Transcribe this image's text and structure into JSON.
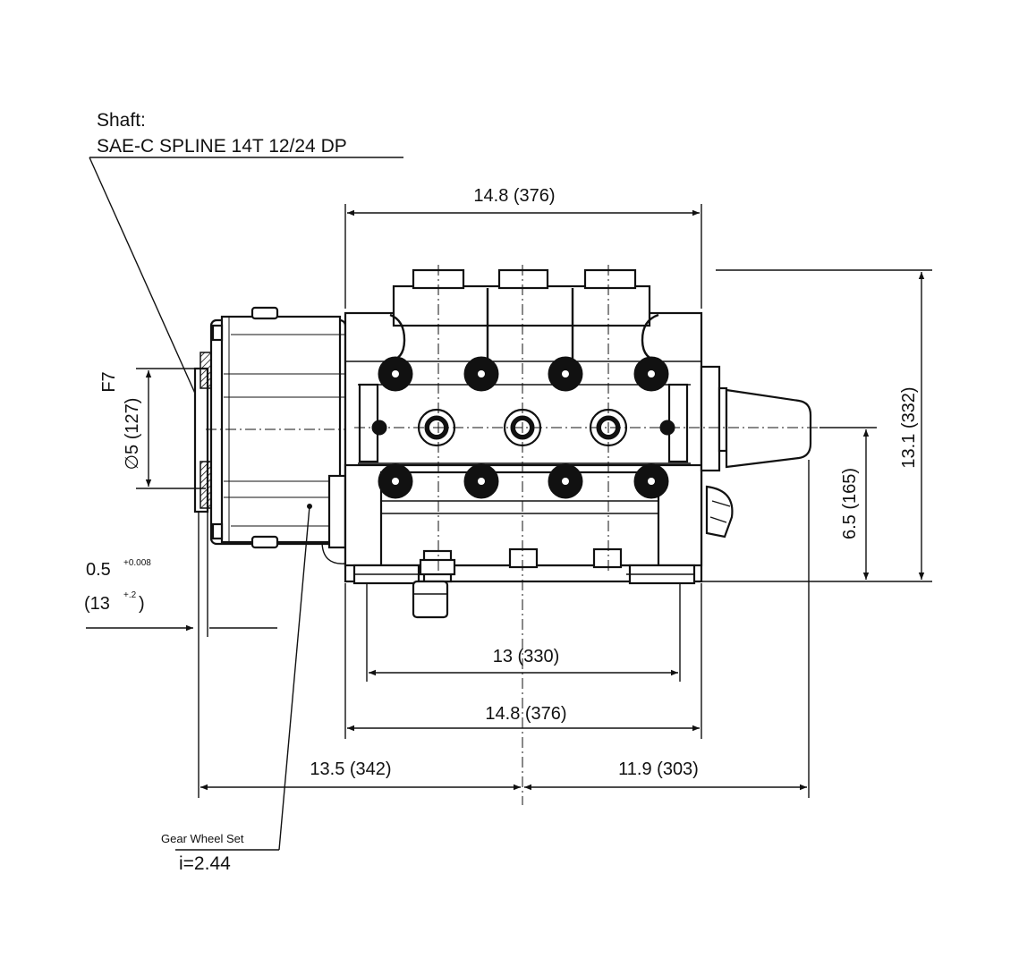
{
  "shaft": {
    "title": "Shaft:",
    "spec": "SAE-C SPLINE 14T 12/24 DP"
  },
  "dimensions": {
    "top_width": "14.8 (376)",
    "overall_height": "13.1 (332)",
    "center_height": "6.5 (165)",
    "foot_spacing": "13 (330)",
    "base_width": "14.8 (376)",
    "left_offset": "13.5 (342)",
    "right_offset": "11.9 (303)",
    "flange_fit": "F7",
    "flange_diameter": "∅5 (127)",
    "spigot_depth": "0.5",
    "spigot_depth_tol": "+0.008",
    "spigot_depth_mm": "(13",
    "spigot_depth_mm_tol": "+.2",
    "spigot_depth_mm_close": ")"
  },
  "gear": {
    "label": "Gear Wheel Set",
    "ratio": "i=2.44"
  }
}
